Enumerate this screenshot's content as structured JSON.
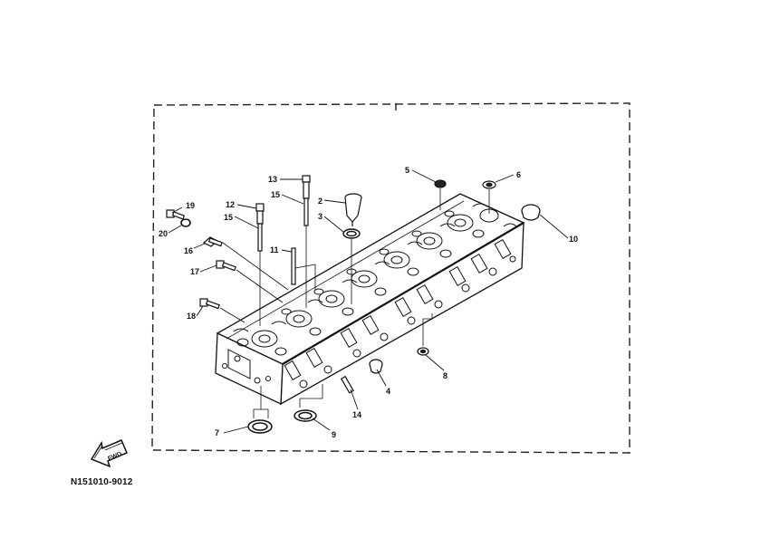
{
  "diagram": {
    "figure_code": "N151010-9012",
    "direction_arrow_label": "FWD",
    "callouts": [
      "2",
      "3",
      "4",
      "5",
      "6",
      "7",
      "8",
      "9",
      "10",
      "11",
      "12",
      "13",
      "14",
      "15",
      "15",
      "16",
      "17",
      "18",
      "19",
      "20"
    ]
  }
}
